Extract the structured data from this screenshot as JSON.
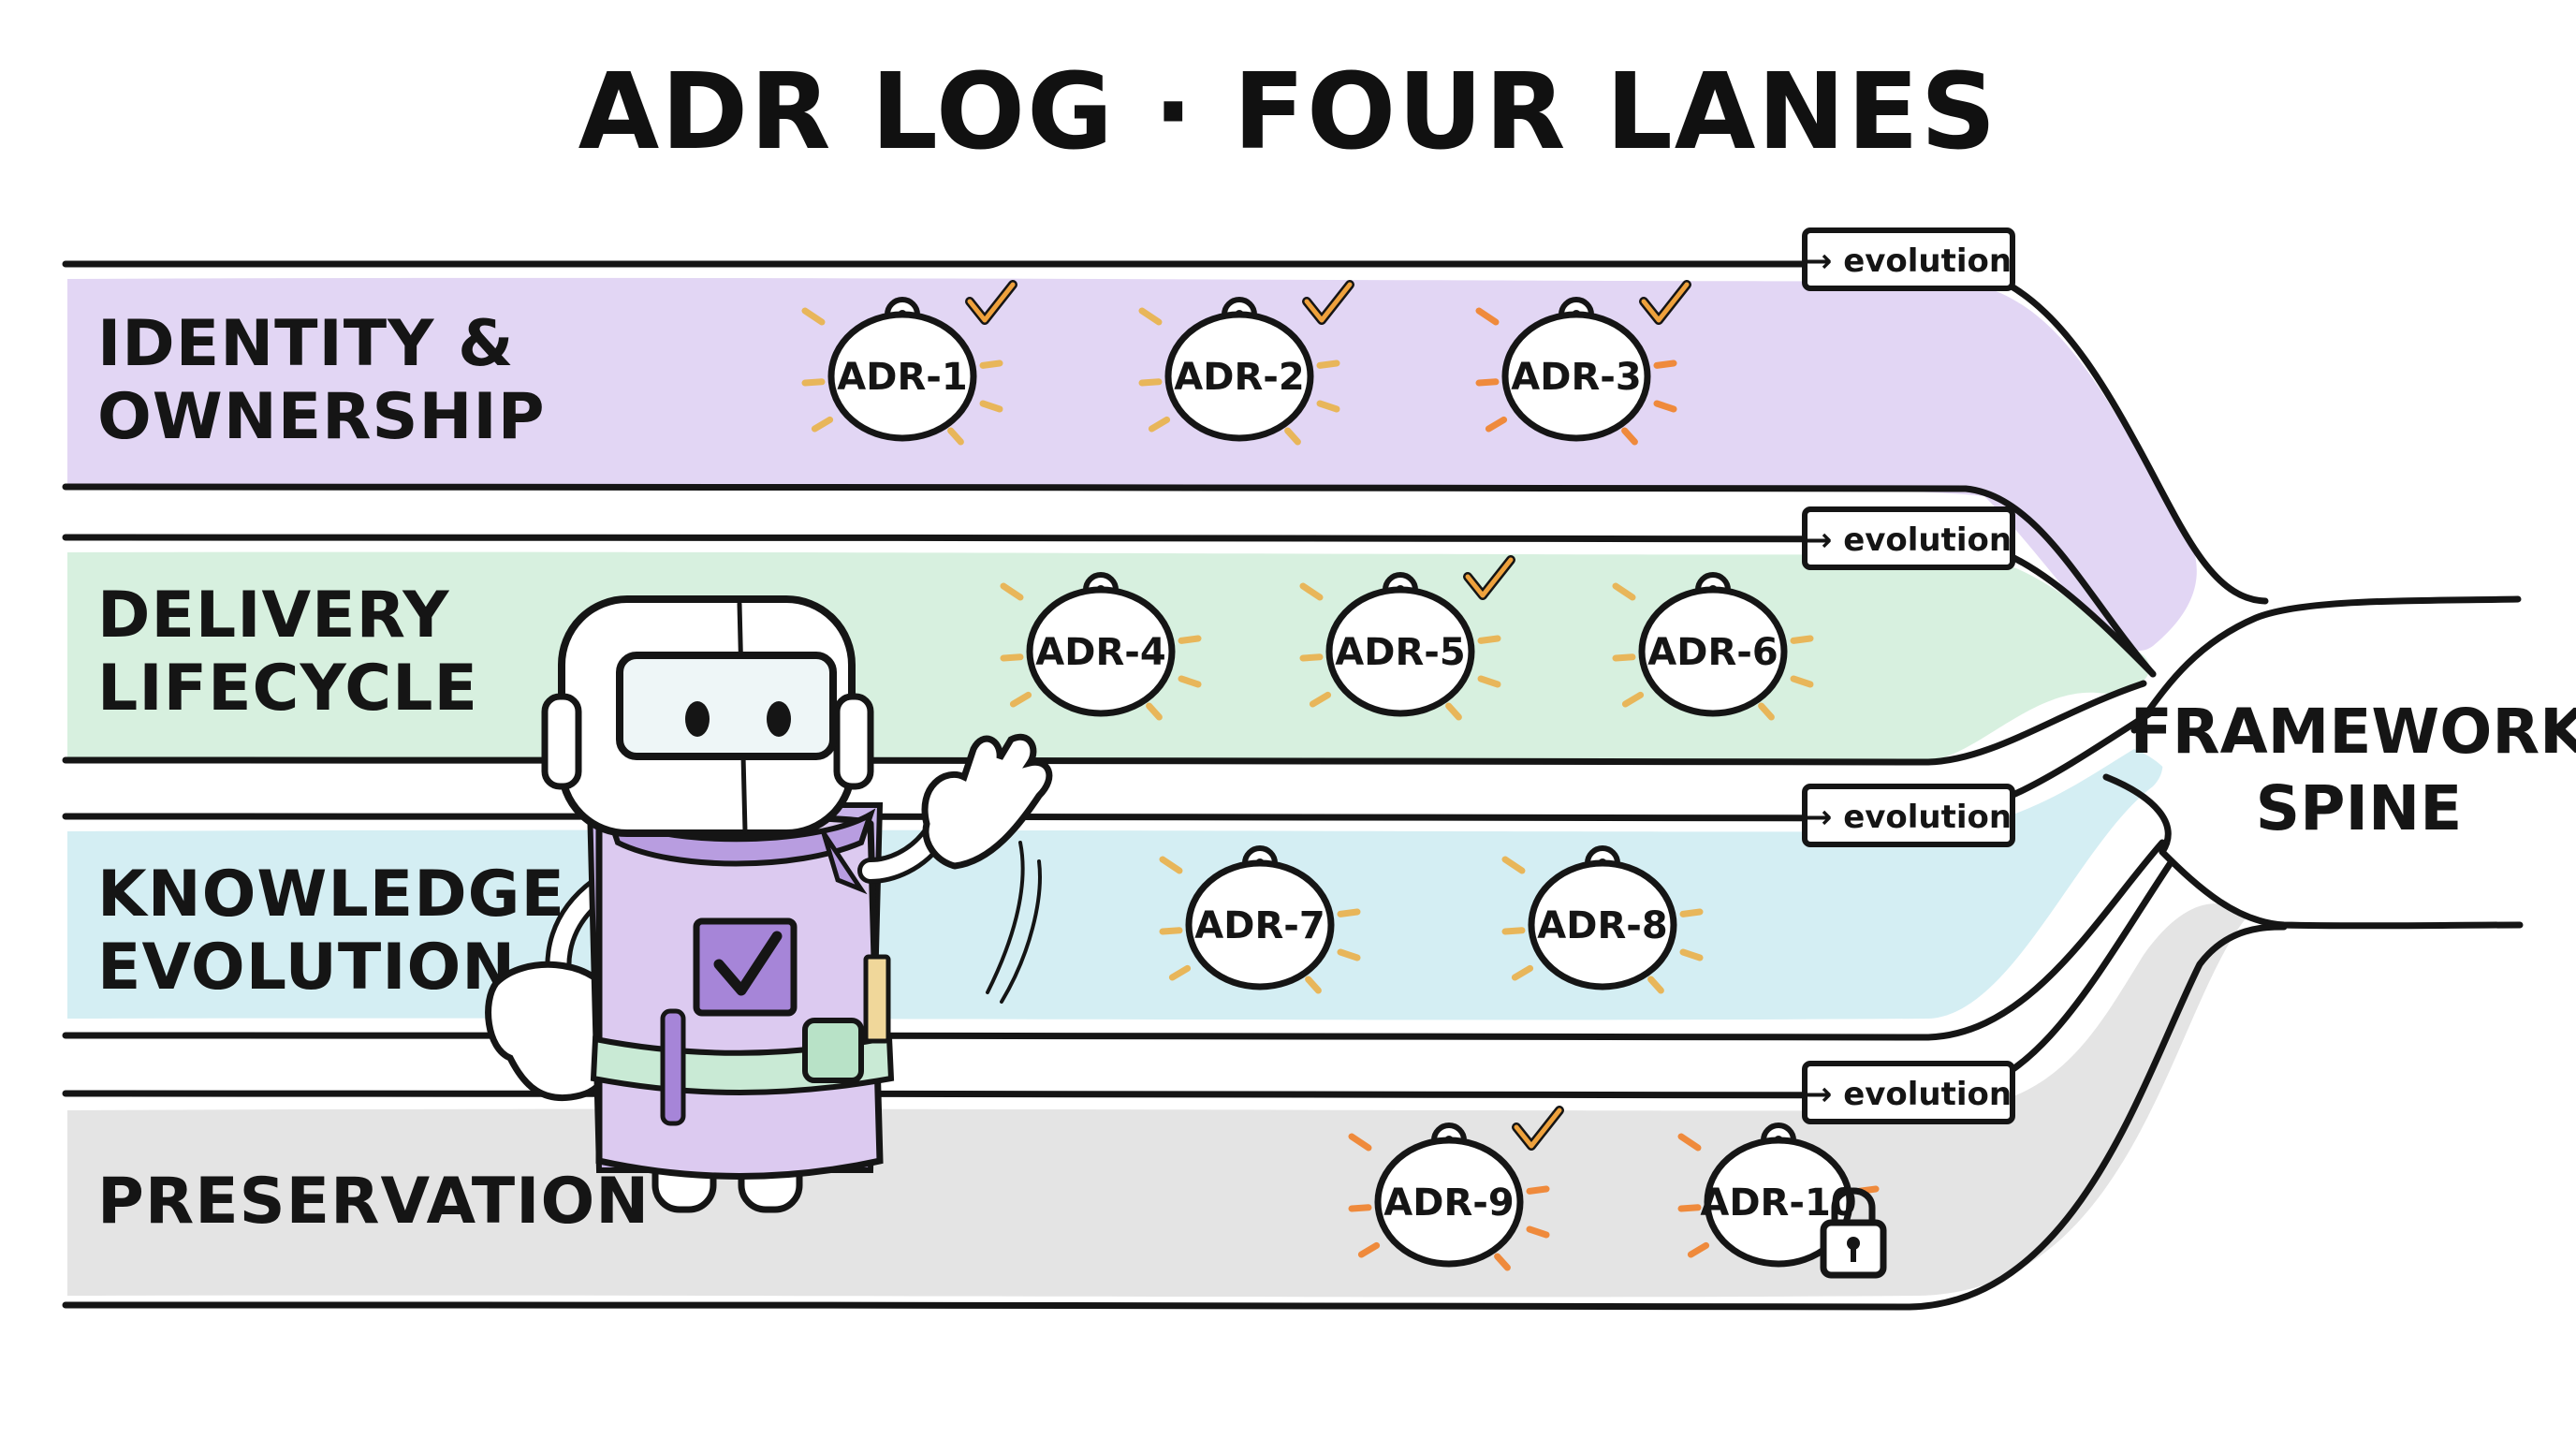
{
  "title": "ADR LOG · FOUR LANES",
  "colors": {
    "identity_lane": "#e2d6f4",
    "delivery_lane": "#d7f0df",
    "knowledge_lane": "#d4eef3",
    "preservation_lane": "#e4e4e4",
    "check_orange": "#eea13c",
    "spark_gold": "#e8b65a",
    "spark_orange": "#ef8a3c",
    "robot_tunic": "#dccaf0",
    "robot_belt": "#c9ead5"
  },
  "lanes": [
    {
      "id": "identity",
      "label_lines": [
        "IDENTITY &",
        "OWNERSHIP"
      ],
      "evolution_label": "→ evolution",
      "adrs": [
        {
          "label": "ADR-1",
          "status": "accepted"
        },
        {
          "label": "ADR-2",
          "status": "accepted"
        },
        {
          "label": "ADR-3",
          "status": "accepted"
        }
      ]
    },
    {
      "id": "delivery",
      "label_lines": [
        "DELIVERY",
        "LIFECYCLE"
      ],
      "evolution_label": "→ evolution",
      "adrs": [
        {
          "label": "ADR-4",
          "status": "open"
        },
        {
          "label": "ADR-5",
          "status": "accepted"
        },
        {
          "label": "ADR-6",
          "status": "open"
        }
      ]
    },
    {
      "id": "knowledge",
      "label_lines": [
        "KNOWLEDGE",
        "EVOLUTION"
      ],
      "evolution_label": "→ evolution",
      "adrs": [
        {
          "label": "ADR-7",
          "status": "open"
        },
        {
          "label": "ADR-8",
          "status": "open"
        }
      ]
    },
    {
      "id": "preservation",
      "label_lines": [
        "PRESERVATION"
      ],
      "evolution_label": "→ evolution",
      "adrs": [
        {
          "label": "ADR-9",
          "status": "accepted"
        },
        {
          "label": "ADR-10",
          "status": "locked"
        }
      ]
    }
  ],
  "spine": {
    "label_lines": [
      "FRAMEWORK",
      "SPINE"
    ]
  },
  "icons": {
    "accepted": "check-icon",
    "locked": "padlock-icon",
    "sparkle": "sparkle-icon",
    "robot": "robot-mascot",
    "tunic_check": "checkbox-icon"
  }
}
